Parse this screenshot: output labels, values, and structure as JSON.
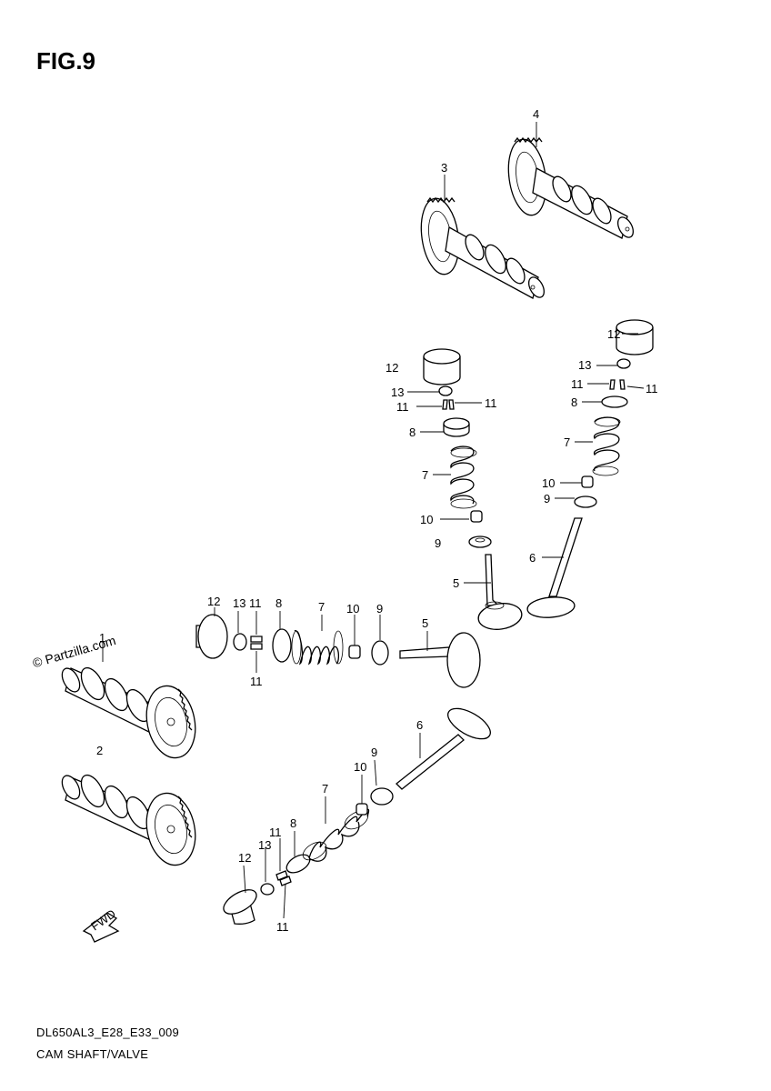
{
  "figure_title": "FIG.9",
  "footer_code": "DL650AL3_E28_E33_009",
  "footer_title": "CAM SHAFT/VALVE",
  "watermark": "© Partzilla.com",
  "fwd_label": "FWD",
  "callouts": {
    "c1": "1",
    "c2": "2",
    "c3": "3",
    "c4": "4",
    "c5a": "5",
    "c5b": "5",
    "c6a": "6",
    "c6b": "6",
    "c7a": "7",
    "c7b": "7",
    "c7c": "7",
    "c7d": "7",
    "c8a": "8",
    "c8b": "8",
    "c8c": "8",
    "c8d": "8",
    "c9a": "9",
    "c9b": "9",
    "c9c": "9",
    "c9d": "9",
    "c10a": "10",
    "c10b": "10",
    "c10c": "10",
    "c10d": "10",
    "c11a": "11",
    "c11b": "11",
    "c11c": "11",
    "c11d": "11",
    "c11e": "11",
    "c11f": "11",
    "c11g": "11",
    "c11h": "11",
    "c12a": "12",
    "c12b": "12",
    "c12c": "12",
    "c12d": "12",
    "c13a": "13",
    "c13b": "13",
    "c13c": "13",
    "c13d": "13"
  }
}
